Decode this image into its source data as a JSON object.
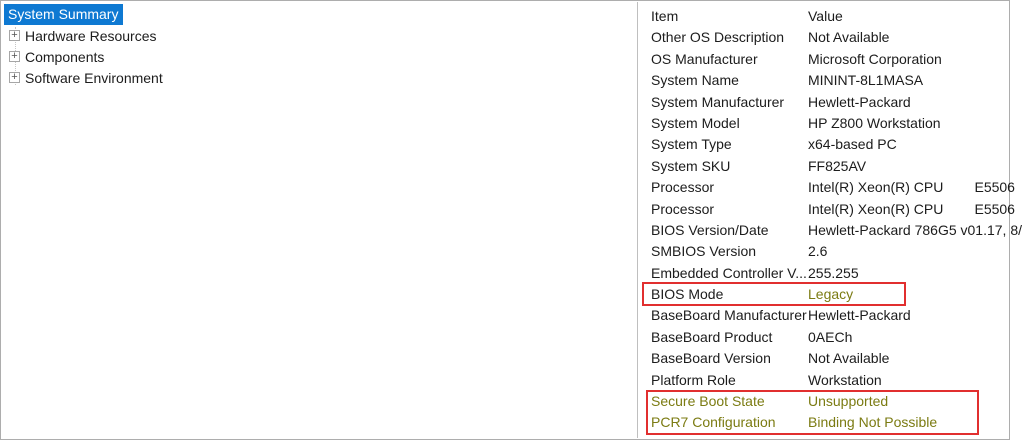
{
  "tree": {
    "selected_label": "System Summary",
    "items": [
      {
        "label": "Hardware Resources"
      },
      {
        "label": "Components"
      },
      {
        "label": "Software Environment"
      }
    ],
    "expand_glyph": "+"
  },
  "table": {
    "columns": [
      "Item",
      "Value"
    ],
    "rows": [
      {
        "item": "Other OS Description",
        "value": "Not Available",
        "highlight": "none"
      },
      {
        "item": "OS Manufacturer",
        "value": "Microsoft Corporation",
        "highlight": "none"
      },
      {
        "item": "System Name",
        "value": "MININT-8L1MASA",
        "highlight": "none"
      },
      {
        "item": "System Manufacturer",
        "value": "Hewlett-Packard",
        "highlight": "none"
      },
      {
        "item": "System Model",
        "value": "HP Z800 Workstation",
        "highlight": "none"
      },
      {
        "item": "System Type",
        "value": "x64-based PC",
        "highlight": "none"
      },
      {
        "item": "System SKU",
        "value": "FF825AV",
        "highlight": "none"
      },
      {
        "item": "Processor",
        "value": "Intel(R) Xeon(R) CPU        E5506",
        "highlight": "none"
      },
      {
        "item": "Processor",
        "value": "Intel(R) Xeon(R) CPU        E5506",
        "highlight": "none"
      },
      {
        "item": "BIOS Version/Date",
        "value": "Hewlett-Packard 786G5 v01.17, 8/",
        "highlight": "none"
      },
      {
        "item": "SMBIOS Version",
        "value": "2.6",
        "highlight": "none"
      },
      {
        "item": "Embedded Controller V...",
        "value": "255.255",
        "highlight": "none"
      },
      {
        "item": "BIOS Mode",
        "value": "Legacy",
        "highlight": "value"
      },
      {
        "item": "BaseBoard Manufacturer",
        "value": "Hewlett-Packard",
        "highlight": "none"
      },
      {
        "item": "BaseBoard Product",
        "value": "0AECh",
        "highlight": "none"
      },
      {
        "item": "BaseBoard Version",
        "value": "Not Available",
        "highlight": "none"
      },
      {
        "item": "Platform Role",
        "value": "Workstation",
        "highlight": "none"
      },
      {
        "item": "Secure Boot State",
        "value": "Unsupported",
        "highlight": "row"
      },
      {
        "item": "PCR7 Configuration",
        "value": "Binding Not Possible",
        "highlight": "row"
      }
    ]
  },
  "colors": {
    "selection_blue": "#0e79d2",
    "highlight_olive": "#7b7b12",
    "annotation_red": "#e12f2f",
    "border_gray": "#adadad"
  }
}
